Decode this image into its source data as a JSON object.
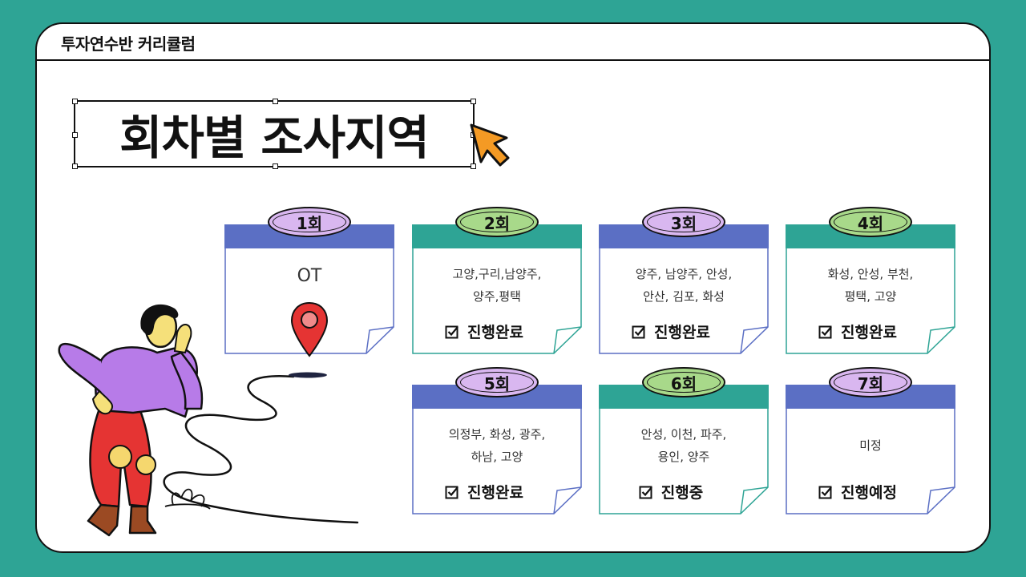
{
  "header": {
    "title": "투자연수반 커리큘럼"
  },
  "page_title": "회차별 조사지역",
  "colors": {
    "background": "#2ea495",
    "teal_band": "#2ea495",
    "blue_band": "#5b6fc4",
    "badge_purple": "#d9b7f0",
    "badge_green": "#a8d98a"
  },
  "cards": [
    {
      "badge": "1회",
      "desc": [
        "OT"
      ],
      "status": ""
    },
    {
      "badge": "2회",
      "desc": [
        "고양,구리,남양주,",
        "양주,평택"
      ],
      "status": "진행완료"
    },
    {
      "badge": "3회",
      "desc": [
        "양주, 남양주, 안성,",
        "안산, 김포, 화성"
      ],
      "status": "진행완료"
    },
    {
      "badge": "4회",
      "desc": [
        "화성, 안성, 부천,",
        "평택, 고양"
      ],
      "status": "진행완료"
    },
    {
      "badge": "5회",
      "desc": [
        "의정부, 화성, 광주,",
        "하남, 고양"
      ],
      "status": "진행완료"
    },
    {
      "badge": "6회",
      "desc": [
        "안성, 이천, 파주,",
        "용인, 양주"
      ],
      "status": "진행중"
    },
    {
      "badge": "7회",
      "desc": [
        "미정"
      ],
      "status": "진행예정"
    }
  ]
}
